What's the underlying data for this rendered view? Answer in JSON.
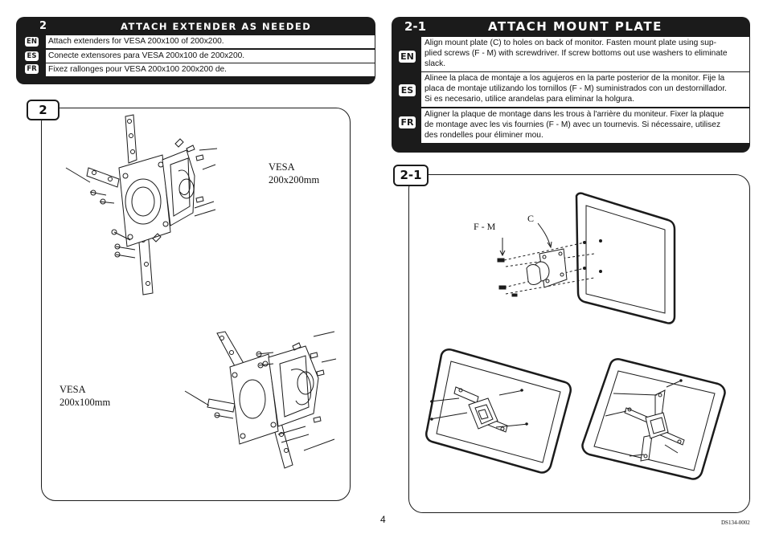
{
  "left_panel": {
    "step": "2",
    "title": "ATTACH EXTENDER AS NEEDED",
    "rows": [
      {
        "lang": "EN",
        "text": "Attach extenders for VESA 200x100 of 200x200."
      },
      {
        "lang": "ES",
        "text": "Conecte extensores para VESA 200x100 de 200x200."
      },
      {
        "lang": "FR",
        "text": "Fixez rallonges pour VESA 200x100 200x200 de."
      }
    ]
  },
  "right_panel": {
    "step": "2-1",
    "title": "ATTACH MOUNT PLATE",
    "rows": [
      {
        "lang": "EN",
        "lines": [
          "Align mount plate (C) to holes on back of monitor.  Fasten mount plate using sup-",
          "plied screws (F - M) with screwdriver. If screw bottoms out use washers to eliminate",
          "slack."
        ]
      },
      {
        "lang": "ES",
        "lines": [
          "Alinee la placa de montaje a los agujeros en la parte posterior de la monitor. Fije la",
          "placa de montaje utilizando los tornillos (F - M) suministrados con un destornillador.",
          "Si es necesario, utilice arandelas para eliminar la holgura."
        ]
      },
      {
        "lang": "FR",
        "lines": [
          "Aligner la plaque de montage dans les trous à l'arrière du moniteur. Fixer la plaque",
          "de montage avec les vis fournies (F - M) avec un tournevis.  Si nécessaire, utilisez",
          "des rondelles pour éliminer mou."
        ]
      }
    ]
  },
  "figure_left": {
    "tab": "2",
    "label_top": [
      "VESA",
      "200x200mm"
    ],
    "label_bottom": [
      "VESA",
      "200x100mm"
    ]
  },
  "figure_right": {
    "tab": "2-1",
    "label_c": "C",
    "label_fm": "F - M"
  },
  "footer": {
    "page_number": "4",
    "doc_code": "DS134-0002"
  }
}
